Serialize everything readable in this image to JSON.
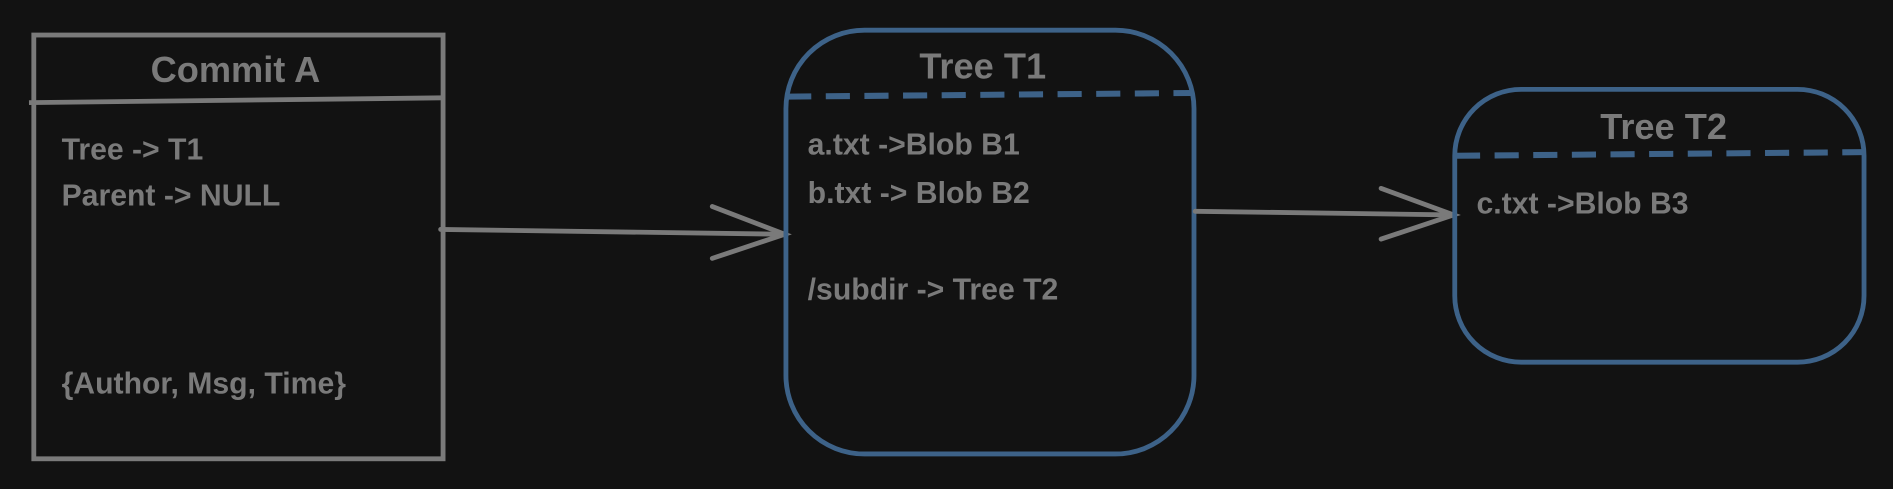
{
  "colors": {
    "background": "#121212",
    "stroke_gray": "#7a7a7a",
    "tree_blue": "#3d6288"
  },
  "commit": {
    "title": "Commit A",
    "lines": [
      "Tree -> T1",
      "Parent -> NULL"
    ],
    "footer": "{Author, Msg, Time}"
  },
  "tree_t1": {
    "title": "Tree T1",
    "lines": [
      "a.txt ->Blob B1",
      "b.txt -> Blob B2",
      "/subdir -> Tree T2"
    ]
  },
  "tree_t2": {
    "title": "Tree T2",
    "lines": [
      "c.txt ->Blob B3"
    ]
  }
}
